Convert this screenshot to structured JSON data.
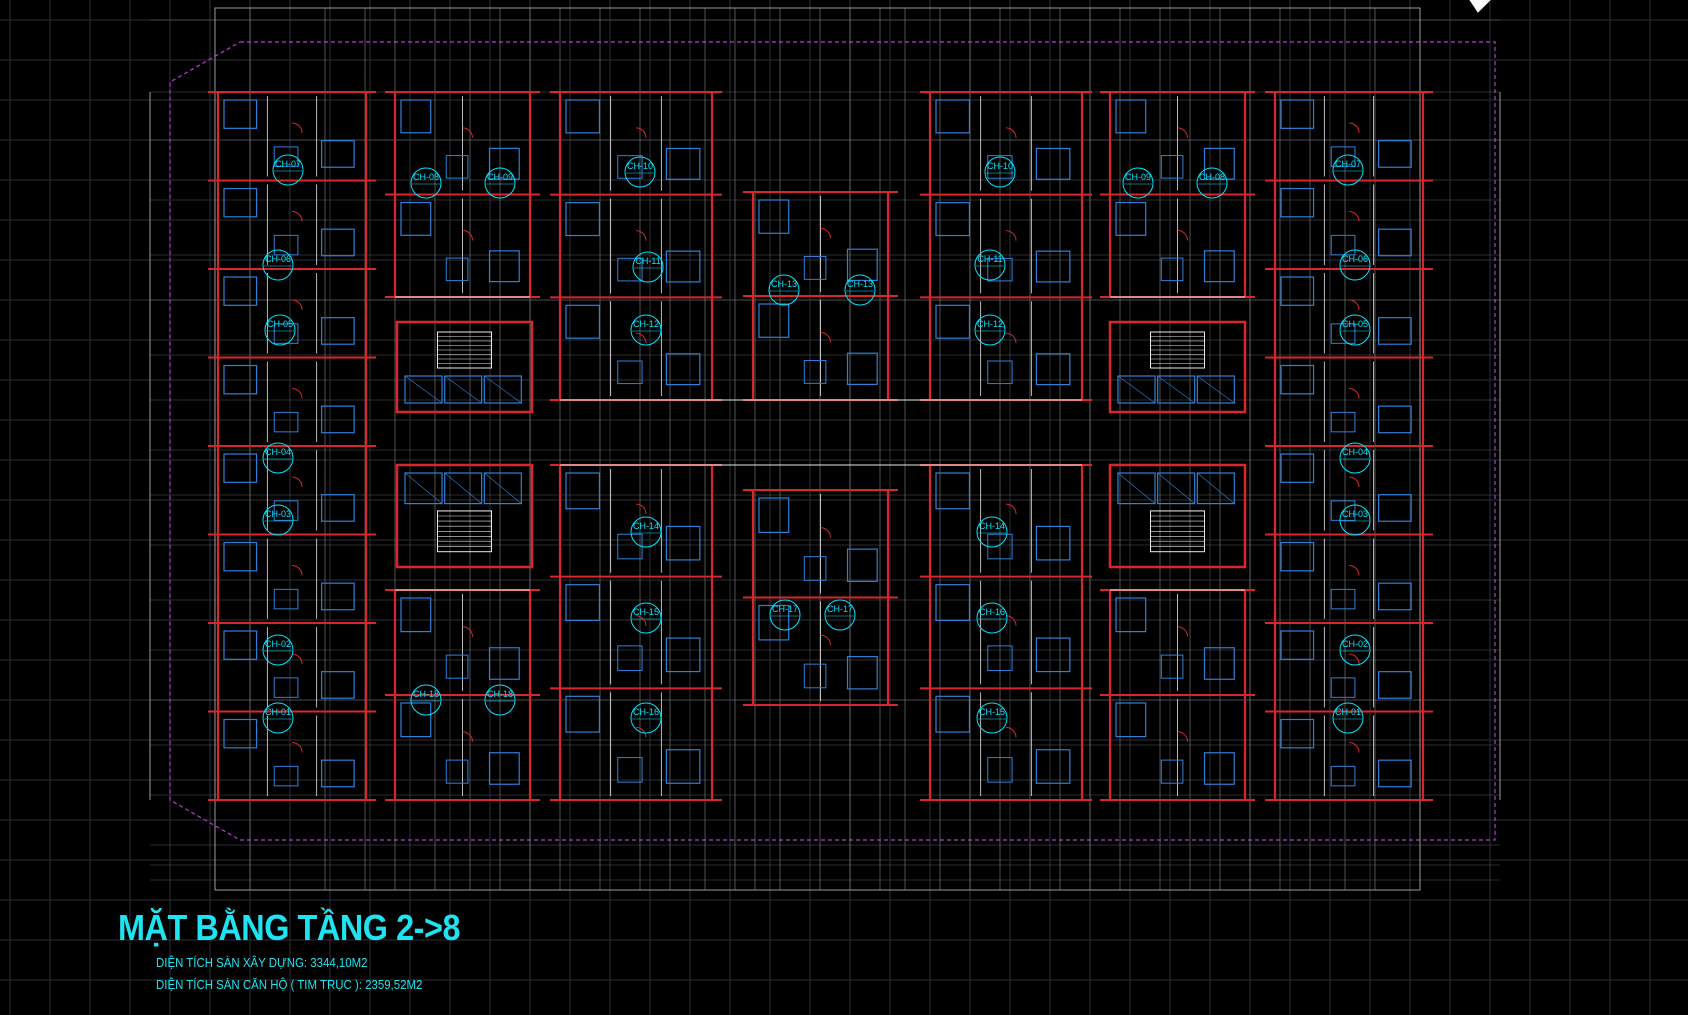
{
  "drawing": {
    "title": "MẶT BẰNG TẦNG 2->8",
    "build_area_text": "DIỆN TÍCH SÀN XÂY DỰNG: 3344,10M2",
    "apartment_area_text": "DIỆN TÍCH SÀN CĂN HỘ ( TIM TRỤC ): 2359,52M2"
  },
  "colors": {
    "background": "#000000",
    "grid": "#2b2f3a",
    "axis": "#9a9a9a",
    "wall_red": "#d9262c",
    "wall_white": "#e8e8e8",
    "furniture_blue": "#2f7fd6",
    "label_cyan": "#00e5ff",
    "boundary_magenta": "#b43cc8",
    "title_cyan": "#1de4f0"
  },
  "unit_labels": [
    "CH-07",
    "CH-08",
    "CH-09",
    "CH-10",
    "CH-06",
    "CH-11",
    "CH-13",
    "CH-05",
    "CH-12",
    "CH-04",
    "CH-03",
    "CH-14",
    "CH-02",
    "CH-15",
    "CH-17",
    "CH-01",
    "CH-18",
    "CH-16",
    "CH-17",
    "CH-18",
    "CH-16",
    "CH-15",
    "CH-14",
    "CH-12",
    "CH-11",
    "CH-10",
    "CH-09",
    "CH-08",
    "CH-07",
    "CH-06",
    "CH-05",
    "CH-04",
    "CH-03",
    "CH-02",
    "CH-01",
    "CH-13"
  ]
}
